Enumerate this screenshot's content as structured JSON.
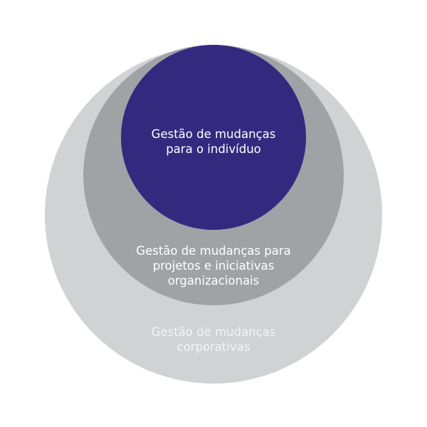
{
  "colors": {
    "outer": "#d1d2d4",
    "middle": "#a0a2a6",
    "inner": "#332a80"
  },
  "inner": {
    "lines": [
      "Gestão de mudanças",
      "para o indivíduo"
    ]
  },
  "middle": {
    "lines": [
      "Gestão de mudanças para",
      "projetos e iniciativas",
      "organizacionais"
    ]
  },
  "outer": {
    "lines": [
      "Gestão de mudanças",
      "corporativas"
    ]
  }
}
